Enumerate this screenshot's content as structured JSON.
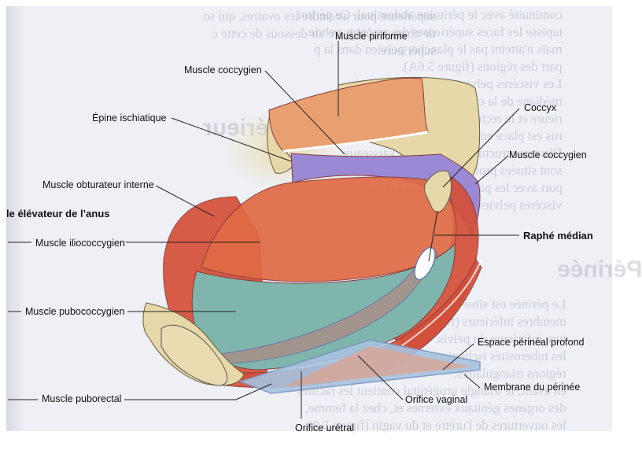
{
  "figure": {
    "labels": {
      "muscle_piriforme": "Muscle piriforme",
      "muscle_coccygien_top": "Muscle coccygien",
      "epine_ischiatique": "Épine ischiatique",
      "coccyx": "Coccyx",
      "muscle_coccygien_right": "Muscle coccygien",
      "muscle_obturateur_interne": "Muscle obturateur interne",
      "elevateur_anus": "le élévateur de l’anus",
      "muscle_iliococcygien": "Muscle iliococcygien",
      "raphe_median": "Raphé médian",
      "muscle_pubococcygien": "Muscle pubococcygien",
      "espace_perineal_profond": "Espace périnéal profond",
      "membrane_perinee": "Membrane du périnée",
      "muscle_puborectal": "Muscle puborectal",
      "orifice_vaginal": "Orifice vaginal",
      "orifice_uretral": "Orifice urétral"
    },
    "colors": {
      "muscle_red": "#d4503a",
      "muscle_orange": "#e06a45",
      "piriforme": "#e8a070",
      "pubococcygien": "#7fb5ad",
      "membrane_violet": "#9a8ad6",
      "bone": "#e6d8a8",
      "membrane_blue": "#a7c3df",
      "perineal_space": "#d9a595"
    }
  },
  "background_page": {
    "heading_1": "Membre inférieur",
    "heading_2": "Périnée",
    "lines_left": [
      "supérieure pour atteindre les ovaires, qui so",
      "de chaque côté juste au-dessous de cette c",
      "supérieure."
    ],
    "lines_right": [
      "continuité avec le péritoine abdominal. Ce péritoi",
      "tapisse les faces supérieures des viscères pelvie",
      "mais n'atteint pas le plancher pelvien dans la p",
      "part des régions (figure 5.6A).",
      "Les viscères pelviens sont situés dans la",
      "médiane de la cavité pelvienne. La vessie est",
      "rieure et le rectum postérieur. Chez la femme,",
      "rus est placé entre la vessie et le rectum.",
      "D'autres structures, comme les vaisseaux",
      "sont situées profondément dans le péritoine",
      "port avec les parois pelviennes et les",
      "viscères pelviens."
    ],
    "lines_bottom": [
      "Le périnée est situé au-dessous du plancher",
      "membres inférieurs (figure 5.9). Son bord",
      "ture inférieure du pelvis. Une ligne imagin",
      "les tubérosités ischiatiques définit",
      "régions triangulaires.",
      "en avant, le triangle urogénital contient les racines",
      "des organes génitaux externes et, chez la femme,",
      "les ouvertures de l'urètre et du vagin (figure 5.9)."
    ]
  }
}
